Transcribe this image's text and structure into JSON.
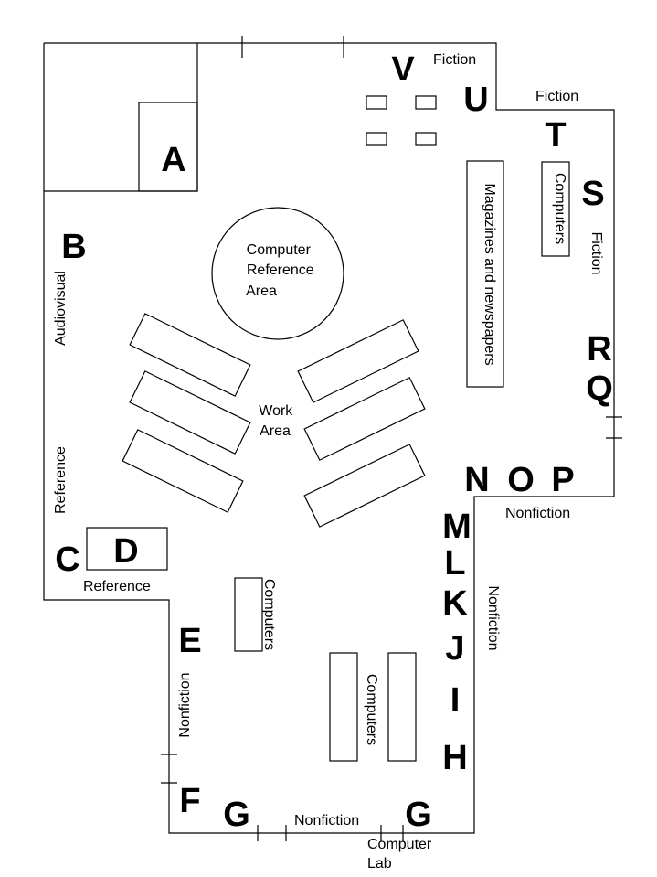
{
  "zones": {
    "A": "A",
    "B": "B",
    "C": "C",
    "D": "D",
    "E": "E",
    "F": "F",
    "G": "G",
    "H": "H",
    "I": "I",
    "J": "J",
    "K": "K",
    "L": "L",
    "M": "M",
    "N": "N",
    "O": "O",
    "P": "P",
    "Q": "Q",
    "R": "R",
    "S": "S",
    "T": "T",
    "U": "U",
    "V": "V"
  },
  "labels": {
    "fiction_top": "Fiction",
    "fiction_right_top": "Fiction",
    "fiction_right_side": "Fiction",
    "audiovisual": "Audiovisual",
    "reference_side": "Reference",
    "reference_bottom": "Reference",
    "computer_reference_area": [
      "Computer",
      "Reference",
      "Area"
    ],
    "magazines": "Magazines and newspapers",
    "computers_upper_right": "Computers",
    "work_area": [
      "Work",
      "Area"
    ],
    "nonfiction_right_bottom": "Nonfiction",
    "nonfiction_right_side": "Nonfiction",
    "computers_center": "Computers",
    "computers_lower": "Computers",
    "nonfiction_left": "Nonfiction",
    "nonfiction_bottom": "Nonfiction",
    "computer_lab": [
      "Computer",
      "Lab"
    ]
  }
}
